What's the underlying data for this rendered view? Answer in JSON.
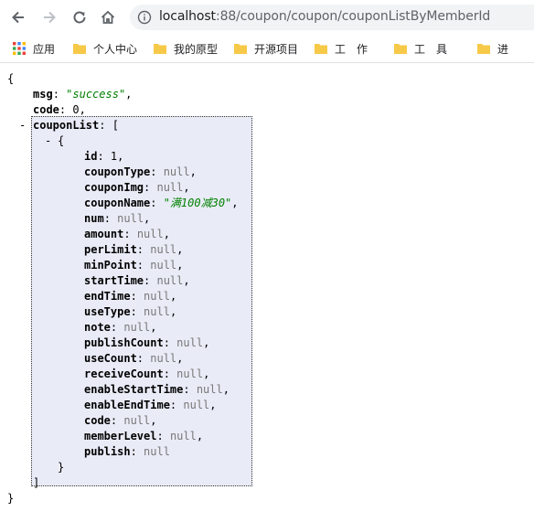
{
  "browser": {
    "url_host": "localhost",
    "url_path": ":88/coupon/coupon/couponListByMemberId",
    "bookmarks": [
      {
        "label": "应用"
      },
      {
        "label": "个人中心"
      },
      {
        "label": "我的原型"
      },
      {
        "label": "开源项目"
      },
      {
        "label": "工　作"
      },
      {
        "label": "工　具"
      },
      {
        "label": "进"
      }
    ]
  },
  "json_view": {
    "open_brace": "{",
    "close_brace": "}",
    "msg_key": "msg",
    "msg_value": "\"success\"",
    "code_key": "code",
    "code_value": "0",
    "list_key": "couponList",
    "list_open": "[",
    "list_close": "]",
    "item_open": "{",
    "item_close": "}",
    "toggle_symbol": "-",
    "fields": [
      {
        "key": "id",
        "value": "1",
        "kind": "num"
      },
      {
        "key": "couponType",
        "value": "null",
        "kind": "nul"
      },
      {
        "key": "couponImg",
        "value": "null",
        "kind": "nul"
      },
      {
        "key": "couponName",
        "value": "\"满100减30\"",
        "kind": "str"
      },
      {
        "key": "num",
        "value": "null",
        "kind": "nul"
      },
      {
        "key": "amount",
        "value": "null",
        "kind": "nul"
      },
      {
        "key": "perLimit",
        "value": "null",
        "kind": "nul"
      },
      {
        "key": "minPoint",
        "value": "null",
        "kind": "nul"
      },
      {
        "key": "startTime",
        "value": "null",
        "kind": "nul"
      },
      {
        "key": "endTime",
        "value": "null",
        "kind": "nul"
      },
      {
        "key": "useType",
        "value": "null",
        "kind": "nul"
      },
      {
        "key": "note",
        "value": "null",
        "kind": "nul"
      },
      {
        "key": "publishCount",
        "value": "null",
        "kind": "nul"
      },
      {
        "key": "useCount",
        "value": "null",
        "kind": "nul"
      },
      {
        "key": "receiveCount",
        "value": "null",
        "kind": "nul"
      },
      {
        "key": "enableStartTime",
        "value": "null",
        "kind": "nul"
      },
      {
        "key": "enableEndTime",
        "value": "null",
        "kind": "nul"
      },
      {
        "key": "code",
        "value": "null",
        "kind": "nul"
      },
      {
        "key": "memberLevel",
        "value": "null",
        "kind": "nul"
      },
      {
        "key": "publish",
        "value": "null",
        "kind": "nul"
      }
    ]
  },
  "colors": {
    "string": "#008000",
    "null": "#777777",
    "highlight": "#e9ecf7"
  }
}
